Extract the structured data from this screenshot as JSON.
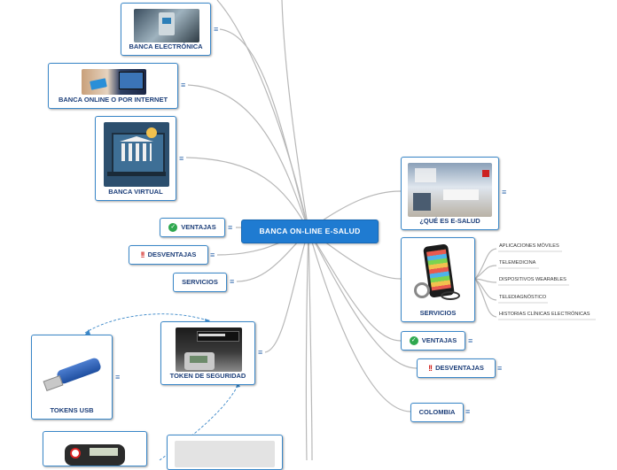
{
  "central": {
    "label": "BANCA ON-LINE  E-SALUD"
  },
  "left": {
    "banca_electronica": "BANCA ELECTRÓNICA",
    "banca_online": "BANCA ONLINE O POR INTERNET",
    "banca_virtual": "BANCA VIRTUAL",
    "ventajas": "VENTAJAS",
    "desventajas": "DESVENTAJAS",
    "servicios": "SERVICIOS",
    "token": "TOKEN DE SEGURIDAD",
    "tokens_usb": "TOKENS USB"
  },
  "right": {
    "que_es": "¿QUÉ ES E-SALUD",
    "servicios": "SERVICIOS",
    "servicios_items": [
      "APLICACIONES MÓVILES",
      "TELEMEDICINA",
      "DISPOSITIVOS WEARABLES",
      "TELEDIAGNÓSTICO",
      "HISTORIAS CLÍNICAS ELECTRÓNICAS"
    ],
    "ventajas": "VENTAJAS",
    "desventajas": "DESVENTAJAS",
    "colombia": "COLOMBIA"
  },
  "notes_glyph": "≡",
  "icons": {
    "check": "check-circle-icon",
    "warning": "double-exclamation-icon"
  },
  "colors": {
    "central_bg": "#1f7bd1",
    "node_border": "#3a87c8",
    "link": "#b5b5b5",
    "dashed_link": "#3a87c8",
    "text": "#1d3f7a"
  }
}
